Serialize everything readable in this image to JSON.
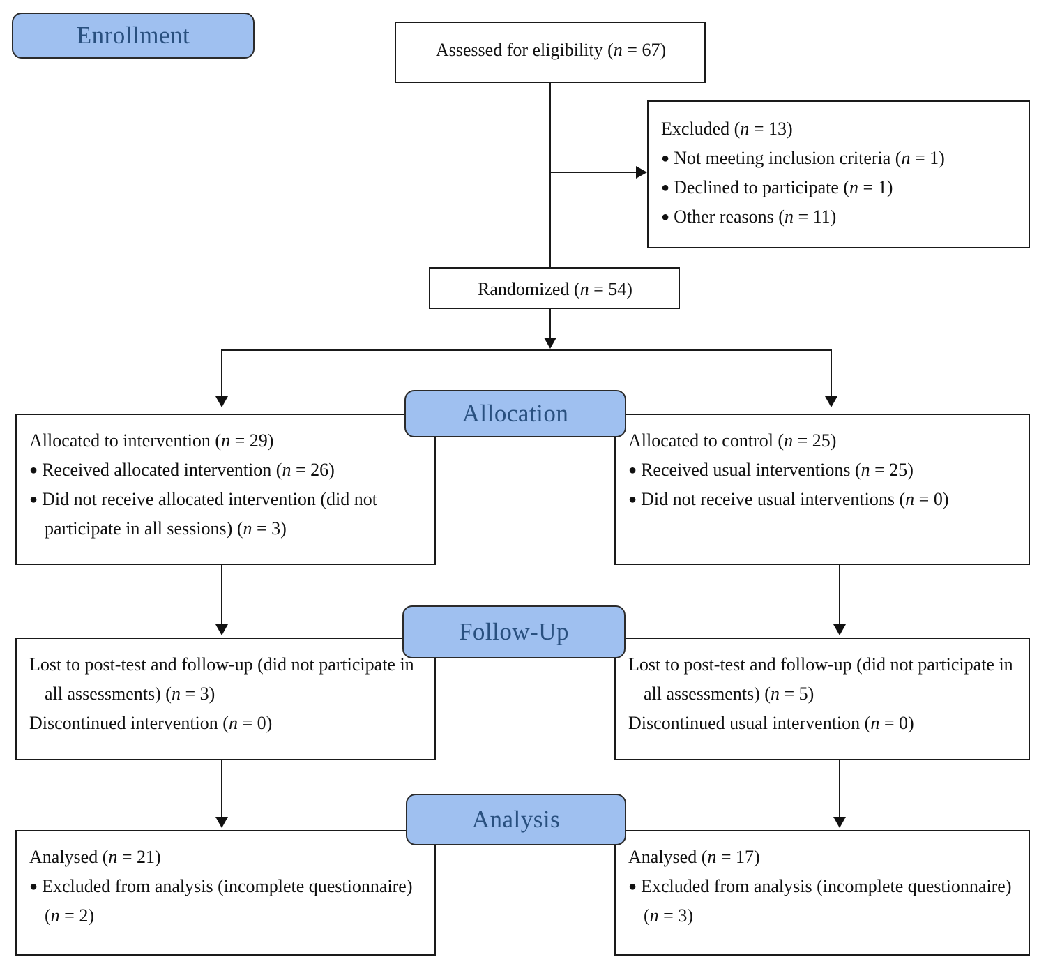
{
  "diagram": {
    "type": "CONSORT participant flow diagram",
    "stages": [
      {
        "key": "enrollment",
        "label": "Enrollment"
      },
      {
        "key": "allocation",
        "label": "Allocation"
      },
      {
        "key": "followup",
        "label": "Follow-Up"
      },
      {
        "key": "analysis",
        "label": "Analysis"
      }
    ],
    "accent_fill": "#9FC0F0",
    "accent_text": "#29507F",
    "box_border": "#1a1a1a"
  },
  "enrollment": {
    "assessed": {
      "text": "Assessed for eligibility (",
      "n_symbol": "n",
      "n_value": " = 67)"
    },
    "excluded": {
      "heading_text": "Excluded (",
      "heading_n": "n",
      "heading_value": " = 13)",
      "reasons": [
        {
          "text": "Not meeting inclusion criteria (",
          "n": "n",
          "value": " = 1)"
        },
        {
          "text": "Declined to participate (",
          "n": "n",
          "value": " = 1)"
        },
        {
          "text": "Other reasons (",
          "n": "n",
          "value": " = 11)"
        }
      ]
    },
    "randomized": {
      "text": "Randomized (",
      "n_symbol": "n",
      "n_value": " = 54)"
    }
  },
  "allocation": {
    "intervention": {
      "heading_text": "Allocated to intervention (",
      "heading_n": "n",
      "heading_value": " = 29)",
      "items": [
        {
          "text": "Received allocated intervention (",
          "n": "n",
          "value": " = 26)"
        },
        {
          "text": "Did not receive allocated intervention (did not participate in all sessions) (",
          "n": "n",
          "value": " = 3)"
        }
      ]
    },
    "control": {
      "heading_text": "Allocated to control (",
      "heading_n": "n",
      "heading_value": " = 25)",
      "items": [
        {
          "text": "Received usual interventions (",
          "n": "n",
          "value": " = 25)"
        },
        {
          "text": "Did not receive usual interventions (",
          "n": "n",
          "value": " = 0)"
        }
      ]
    }
  },
  "followup": {
    "intervention": {
      "lines": [
        {
          "text": "Lost to post-test and follow-up (did not participate in all assessments) (",
          "n": "n",
          "value": " = 3)"
        },
        {
          "text": "Discontinued intervention (",
          "n": "n",
          "value": " = 0)"
        }
      ]
    },
    "control": {
      "lines": [
        {
          "text": "Lost to post-test and follow-up (did not participate in all assessments) (",
          "n": "n",
          "value": " = 5)"
        },
        {
          "text": "Discontinued usual intervention (",
          "n": "n",
          "value": " = 0)"
        }
      ]
    }
  },
  "analysis": {
    "intervention": {
      "heading_text": "Analysed (",
      "heading_n": "n",
      "heading_value": " = 21)",
      "items": [
        {
          "text": "Excluded from analysis (incomplete questionnaire) (",
          "n": "n",
          "value": " = 2)"
        }
      ]
    },
    "control": {
      "heading_text": "Analysed (",
      "heading_n": "n",
      "heading_value": " = 17)",
      "items": [
        {
          "text": "Excluded from analysis (incomplete questionnaire) (",
          "n": "n",
          "value": " = 3)"
        }
      ]
    }
  }
}
